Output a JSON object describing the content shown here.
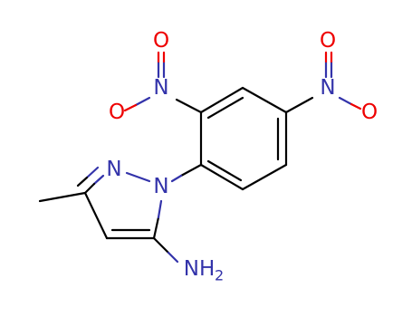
{
  "molecule": {
    "atoms": {
      "pyrazole_n2": "N",
      "pyrazole_n1": "N",
      "amine": "NH",
      "amine_subscript": "2",
      "nitro_ortho_n": "N",
      "nitro_ortho_o_top": "O",
      "nitro_ortho_o_left": "O",
      "nitro_para_n": "N",
      "nitro_para_o_top": "O",
      "nitro_para_o_right": "O"
    },
    "colors": {
      "carbon_bond": "#000000",
      "nitrogen": "#3333aa",
      "oxygen": "#ee0000",
      "background": "#ffffff"
    }
  }
}
